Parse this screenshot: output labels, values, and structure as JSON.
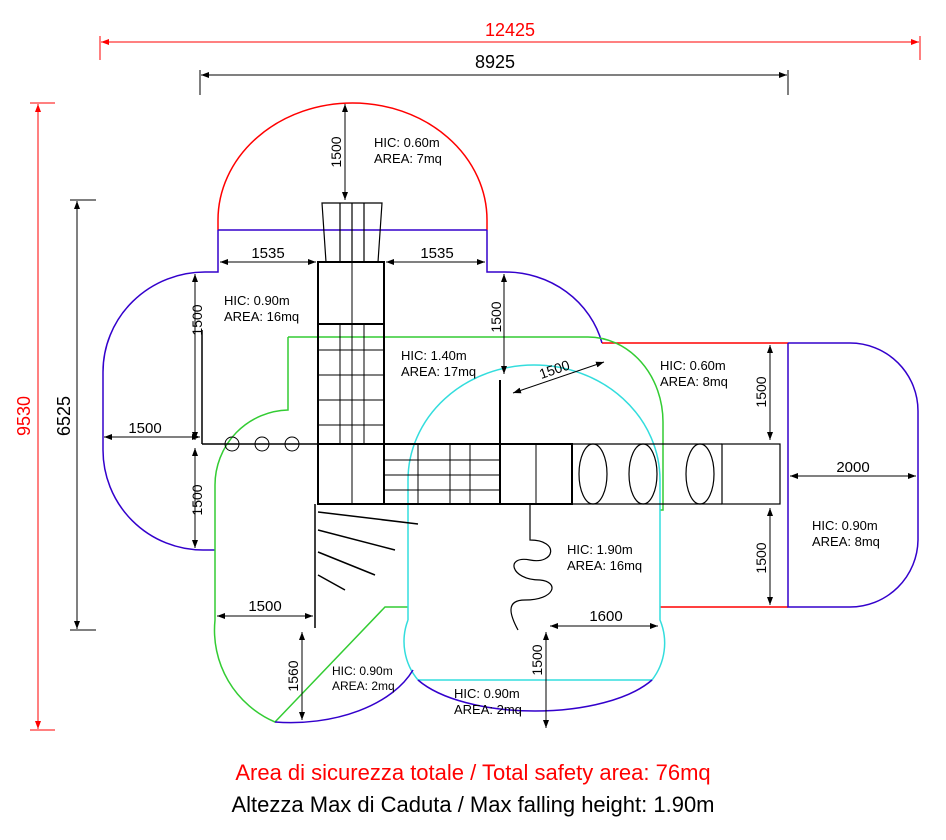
{
  "colors": {
    "red": "#ff0000",
    "blue": "#3300cc",
    "green": "#33cc33",
    "cyan": "#33dddd",
    "black": "#000000"
  },
  "dimensions": {
    "total_width": "12425",
    "structure_width": "8925",
    "total_height": "9530",
    "structure_height": "6525",
    "top_clearance": "1500",
    "left_offset": "1535",
    "right_offset": "1535",
    "left_upper": "1500",
    "left_side": "1500",
    "left_lower": "1500",
    "right_upper": "1500",
    "diagonal": "1500",
    "right_top": "1500",
    "right_bottom": "1500",
    "right_width": "2000",
    "bottom_left": "1500",
    "bottom_slope": "1560",
    "slide_bottom": "1500",
    "slide_right": "1600"
  },
  "zones": [
    {
      "hic": "HIC: 0.60m",
      "area": "AREA: 7mq"
    },
    {
      "hic": "HIC: 0.90m",
      "area": "AREA: 16mq"
    },
    {
      "hic": "HIC: 1.40m",
      "area": "AREA: 17mq"
    },
    {
      "hic": "HIC: 0.60m",
      "area": "AREA: 8mq"
    },
    {
      "hic": "HIC: 0.90m",
      "area": "AREA: 8mq"
    },
    {
      "hic": "HIC: 1.90m",
      "area": "AREA: 16mq"
    },
    {
      "hic": "HIC: 0.90m",
      "area": "AREA: 2mq"
    },
    {
      "hic": "HIC: 0.90m",
      "area": "AREA: 2mq"
    }
  ],
  "footer": {
    "safety_area": "Area di sicurezza totale / Total safety area: 76mq",
    "max_height": "Altezza Max di Caduta / Max falling height: 1.90m"
  }
}
